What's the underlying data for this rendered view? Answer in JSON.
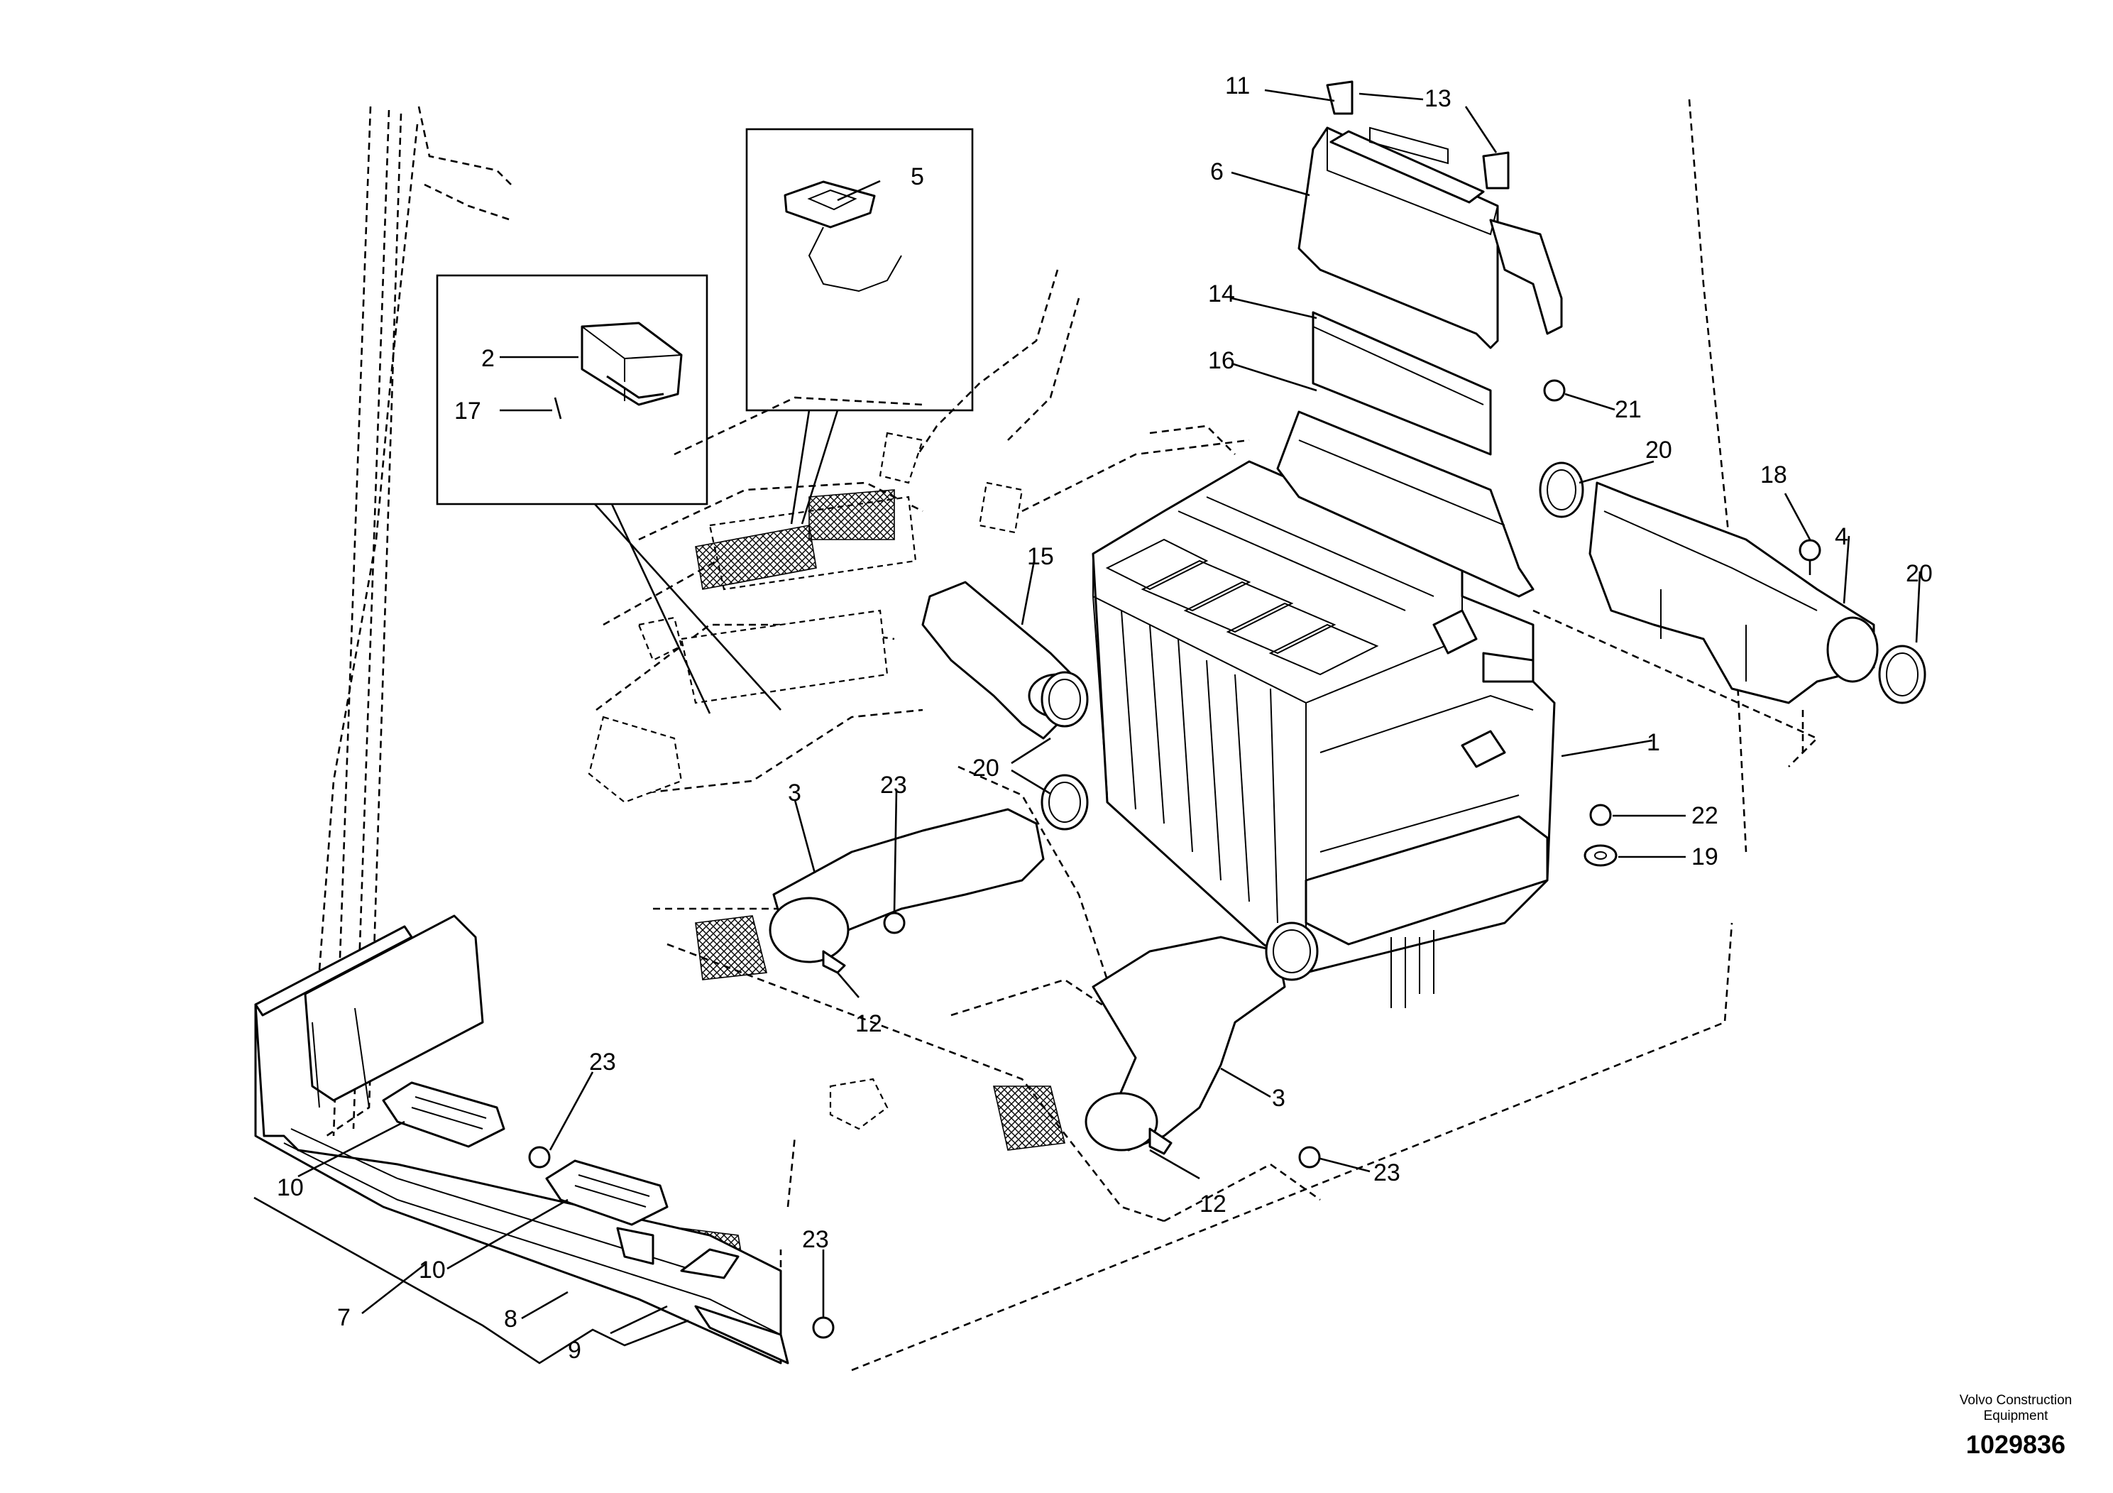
{
  "diagram": {
    "callouts": [
      "1",
      "2",
      "3",
      "3",
      "4",
      "5",
      "6",
      "7",
      "8",
      "9",
      "10",
      "10",
      "11",
      "12",
      "12",
      "13",
      "14",
      "15",
      "16",
      "17",
      "18",
      "19",
      "20",
      "20",
      "20",
      "21",
      "22",
      "23",
      "23",
      "23",
      "23"
    ]
  },
  "credit": {
    "line1": "Volvo Construction",
    "line2": "Equipment",
    "number": "1029836"
  }
}
